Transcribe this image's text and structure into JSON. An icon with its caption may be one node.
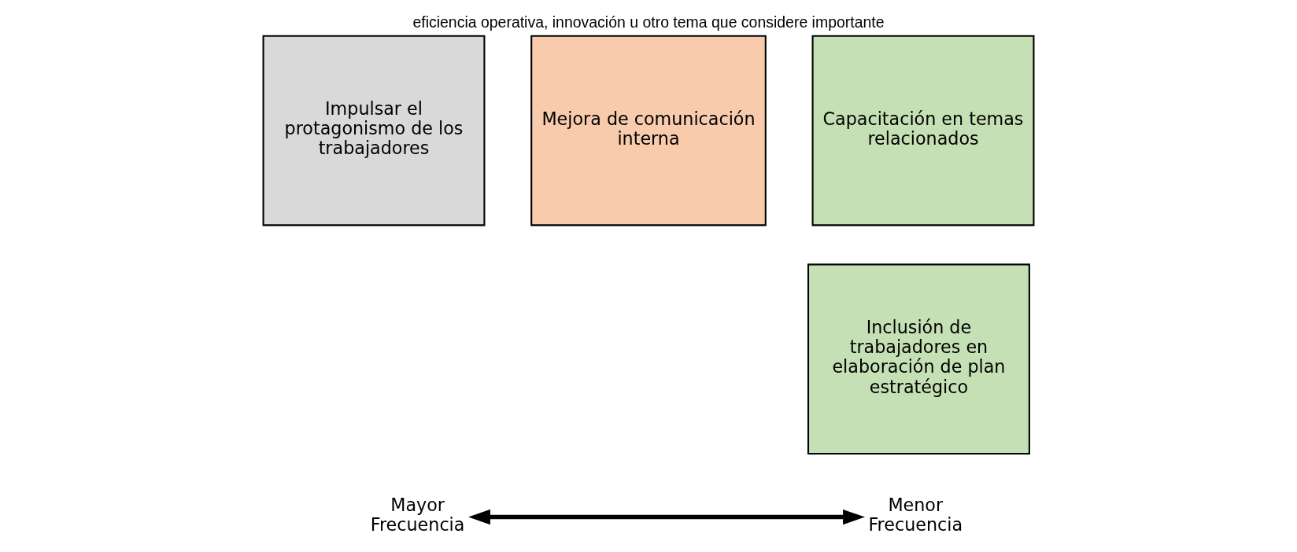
{
  "diagram": {
    "title": "eficiencia operativa, innovación u otro tema que considere importante",
    "nodes": [
      {
        "text": [
          "Impulsar el protagonismo de los trabajadores"
        ]
      },
      {
        "text": [
          "Mejora de comunicación interna"
        ]
      },
      {
        "text": [
          "Capacitación en temas relacionados"
        ]
      },
      {
        "text": [
          "Inclusión de trabajadores en elaboración de plan estratégico"
        ]
      },
      {
        "text": [
          "Mayor Frecuencia"
        ]
      },
      {
        "text": [
          "Menor Frecuencia"
        ]
      }
    ],
    "edges": [
      {
        "from": 4,
        "to": 5,
        "arrow": "both"
      }
    ]
  }
}
